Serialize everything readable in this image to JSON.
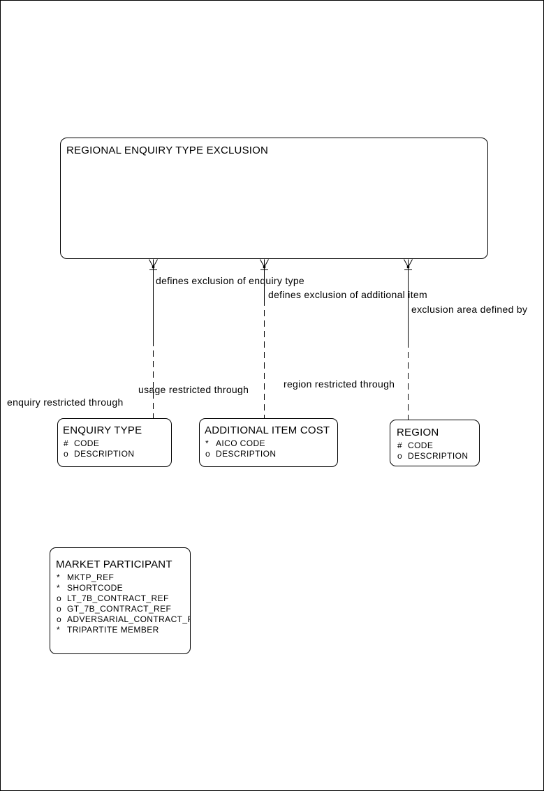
{
  "diagram": {
    "type": "entity-relationship",
    "colors": {
      "background": "#ffffff",
      "line": "#000000",
      "text": "#000000"
    },
    "root_entity": {
      "name": "REGIONAL ENQUIRY TYPE EXCLUSION"
    },
    "entities": [
      {
        "name": "ENQUIRY TYPE",
        "attributes": [
          {
            "flag": "#",
            "name": "CODE"
          },
          {
            "flag": "o",
            "name": "DESCRIPTION"
          }
        ]
      },
      {
        "name": "ADDITIONAL ITEM COST",
        "attributes": [
          {
            "flag": "*",
            "name": "AICO CODE"
          },
          {
            "flag": "o",
            "name": "DESCRIPTION"
          }
        ]
      },
      {
        "name": "REGION",
        "attributes": [
          {
            "flag": "#",
            "name": "CODE"
          },
          {
            "flag": "o",
            "name": "DESCRIPTION"
          }
        ]
      },
      {
        "name": "MARKET PARTICIPANT",
        "attributes": [
          {
            "flag": "*",
            "name": "MKTP_REF"
          },
          {
            "flag": "*",
            "name": "SHORTCODE"
          },
          {
            "flag": "o",
            "name": "LT_7B_CONTRACT_REF"
          },
          {
            "flag": "o",
            "name": "GT_7B_CONTRACT_REF"
          },
          {
            "flag": "o",
            "name": "ADVERSARIAL_CONTRACT_RE"
          },
          {
            "flag": "*",
            "name": "TRIPARTITE MEMBER"
          }
        ]
      }
    ],
    "relationships": [
      {
        "from": "REGIONAL ENQUIRY TYPE EXCLUSION",
        "to": "ENQUIRY TYPE",
        "forward_label": "defines exclusion of enquiry type",
        "reverse_label": "enquiry restricted through",
        "cardinality_at_root": "many-crows-foot"
      },
      {
        "from": "REGIONAL ENQUIRY TYPE EXCLUSION",
        "to": "ADDITIONAL ITEM COST",
        "forward_label": "defines exclusion of additional item",
        "reverse_label": "usage restricted through",
        "cardinality_at_root": "many-crows-foot"
      },
      {
        "from": "REGIONAL ENQUIRY TYPE EXCLUSION",
        "to": "REGION",
        "forward_label": "exclusion area defined by",
        "reverse_label": "region restricted through",
        "cardinality_at_root": "many-crows-foot"
      }
    ]
  }
}
